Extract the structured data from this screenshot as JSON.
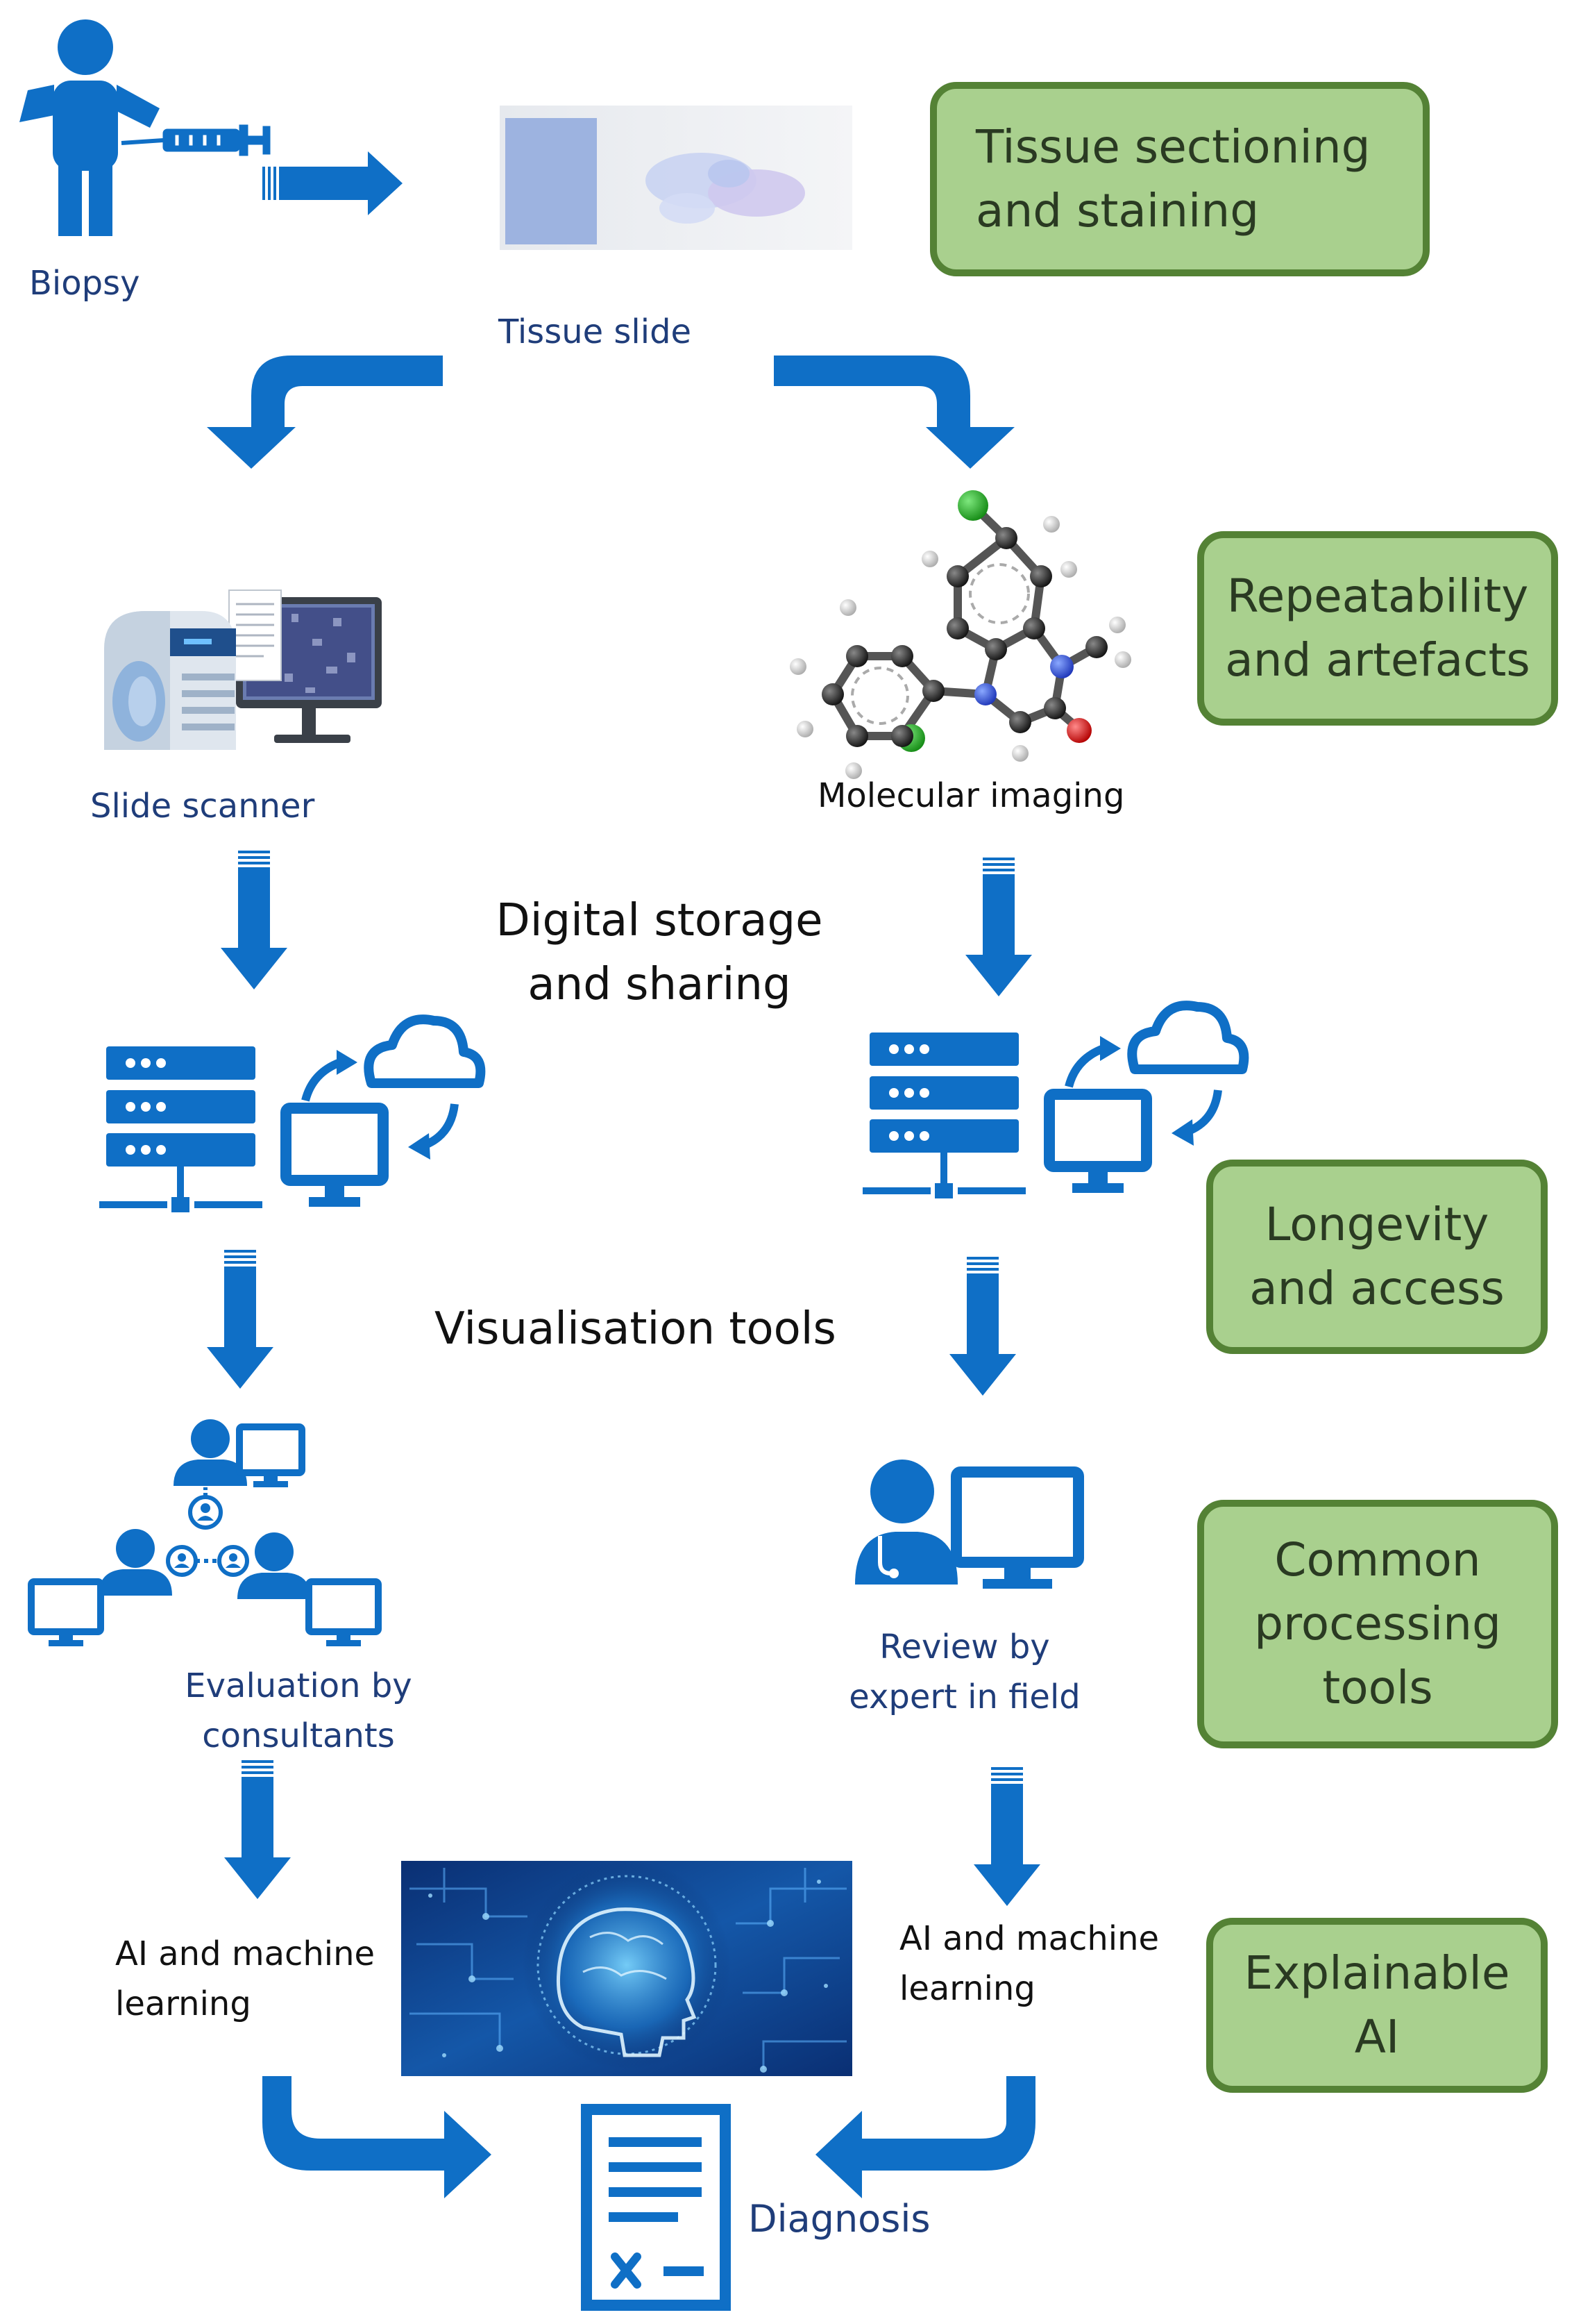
{
  "labels": {
    "biopsy": "Biopsy",
    "tissue_slide": "Tissue slide",
    "slide_scanner": "Slide scanner",
    "molecular_imaging": "Molecular imaging",
    "digital_storage_1": "Digital storage",
    "digital_storage_2": "and sharing",
    "visualisation": "Visualisation tools",
    "evaluation_1": "Evaluation by",
    "evaluation_2": "consultants",
    "review_1": "Review by",
    "review_2": "expert in field",
    "ai_left_1": "AI and machine",
    "ai_left_2": "learning",
    "ai_right_1": "AI and machine",
    "ai_right_2": "learning",
    "diagnosis": "Diagnosis"
  },
  "boxes": {
    "tissue_sectioning": [
      "Tissue sectioning",
      "and staining"
    ],
    "repeatability": [
      "Repeatability",
      "and artefacts"
    ],
    "longevity": [
      "Longevity",
      "and access"
    ],
    "common_processing": [
      "Common",
      "processing",
      "tools"
    ],
    "explainable_ai": [
      "Explainable",
      "AI"
    ]
  },
  "colors": {
    "flow_blue": "#0f6fc6",
    "label_navy": "#1f3d7a",
    "box_fill": "#a9d08e",
    "box_border": "#548235"
  }
}
